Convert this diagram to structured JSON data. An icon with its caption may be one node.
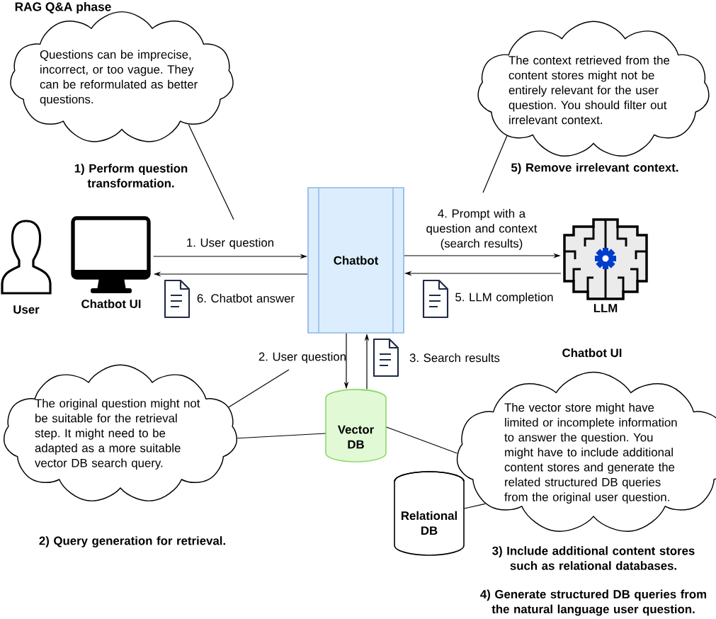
{
  "diagram": {
    "title": "RAG Q&A phase",
    "nodes": [
      {
        "text": [
          "User"
        ]
      },
      {
        "text": [
          "Chatbot UI"
        ]
      },
      {
        "text": [
          "Chatbot"
        ]
      },
      {
        "text": [
          "LLM"
        ]
      },
      {
        "text": [
          "Vector DB"
        ]
      },
      {
        "text": [
          "Relational DB"
        ]
      },
      {
        "text": [
          "Questions can be imprecise, incorrect, or too vague. They can be reformulated as better questions."
        ],
        "beside": [
          "1) Perform question transformation."
        ]
      },
      {
        "text": [
          "The context retrieved from the content stores might not be entirely relevant for the user question. You should filter out irrelevant context."
        ],
        "beside": [
          "5) Remove irrelevant context."
        ]
      },
      {
        "text": [
          "The original question might not be suitable for the retrieval step. It might need to be adapted as a more suitable vector DB search query."
        ],
        "beside": [
          "2) Query generation for retrieval."
        ]
      },
      {
        "text": [
          "The vector store might have limited or incomplete information to answer the question. You might have to include additional content stores and generate the related structured DB queries from the original user question."
        ],
        "beside": [
          "3) Include additional content stores such as relational databases.",
          "4) Generate structured DB queries from the natural language user question."
        ]
      }
    ],
    "edges": [
      {
        "from": 1,
        "to": 2,
        "arrow": "to",
        "label": "1. User question"
      },
      {
        "from": 2,
        "to": 1,
        "arrow": "to",
        "label": "6. Chatbot answer"
      },
      {
        "from": 2,
        "to": 3,
        "arrow": "to",
        "label": "4. Prompt with a question and context (search results)"
      },
      {
        "from": 3,
        "to": 2,
        "arrow": "to",
        "label": "5. LLM completion"
      },
      {
        "from": 2,
        "to": 4,
        "arrow": "to",
        "label": "2. User question"
      },
      {
        "from": 4,
        "to": 2,
        "arrow": "to",
        "label": "3. Search results"
      },
      {
        "from": 6,
        "to": null,
        "arrow": "none"
      },
      {
        "from": 7,
        "to": null,
        "arrow": "none"
      },
      {
        "from": 8,
        "to": null,
        "arrow": "none"
      },
      {
        "from": 8,
        "to": 4,
        "arrow": "none"
      },
      {
        "from": 9,
        "to": 4,
        "arrow": "none"
      },
      {
        "from": 5,
        "to": 9,
        "arrow": "none"
      }
    ],
    "labels": [
      "Chatbot UI"
    ]
  }
}
